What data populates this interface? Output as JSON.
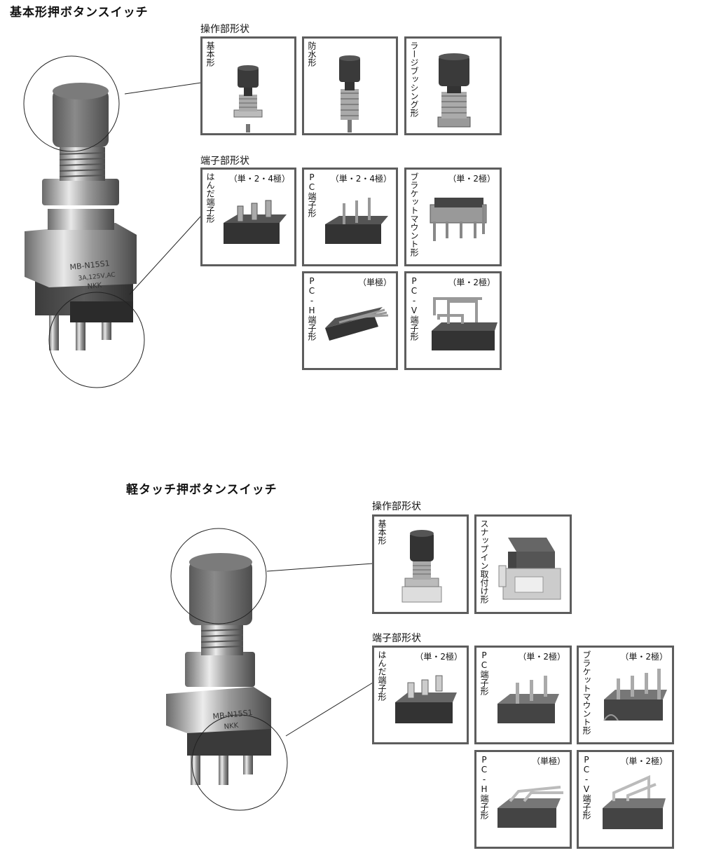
{
  "section1": {
    "title": "基本形押ボタンスイッチ",
    "operation_label": "操作部形状",
    "terminal_label": "端子部形状",
    "photo_marking": {
      "model": "MB-N15S1",
      "rating": "3A,125V,AC",
      "brand": "NKK"
    },
    "operation_cards": [
      {
        "label": "基本形",
        "icon": "basic-plunger-icon"
      },
      {
        "label": "防水形",
        "icon": "waterproof-plunger-icon"
      },
      {
        "label": "ラージブッシング形",
        "icon": "large-bushing-plunger-icon"
      }
    ],
    "terminal_cards": [
      {
        "label": "はんだ端子形",
        "poles": "（単・2・4極）",
        "icon": "solder-terminal-icon"
      },
      {
        "label": "PC端子形",
        "poles": "（単・2・4極）",
        "icon": "pc-terminal-icon"
      },
      {
        "label": "ブラケットマウント形",
        "poles": "（単・2極）",
        "icon": "bracket-mount-icon"
      },
      {
        "label": "PC-H端子形",
        "poles": "（単極）",
        "icon": "pc-h-terminal-icon"
      },
      {
        "label": "PC-V端子形",
        "poles": "（単・2極）",
        "icon": "pc-v-terminal-icon"
      }
    ]
  },
  "section2": {
    "title": "軽タッチ押ボタンスイッチ",
    "operation_label": "操作部形状",
    "terminal_label": "端子部形状",
    "photo_marking": {
      "model": "MB-N15S1",
      "brand": "NKK"
    },
    "operation_cards": [
      {
        "label": "基本形",
        "icon": "basic-plunger-icon"
      },
      {
        "label": "スナップイン取付け形",
        "icon": "snap-in-mount-icon"
      }
    ],
    "terminal_cards": [
      {
        "label": "はんだ端子形",
        "poles": "（単・2極）",
        "icon": "solder-terminal-icon"
      },
      {
        "label": "PC端子形",
        "poles": "（単・2極）",
        "icon": "pc-terminal-icon"
      },
      {
        "label": "ブラケットマウント形",
        "poles": "（単・2極）",
        "icon": "bracket-mount-icon"
      },
      {
        "label": "PC-H端子形",
        "poles": "（単極）",
        "icon": "pc-h-terminal-icon"
      },
      {
        "label": "PC-V端子形",
        "poles": "（単・2極）",
        "icon": "pc-v-terminal-icon"
      }
    ]
  }
}
